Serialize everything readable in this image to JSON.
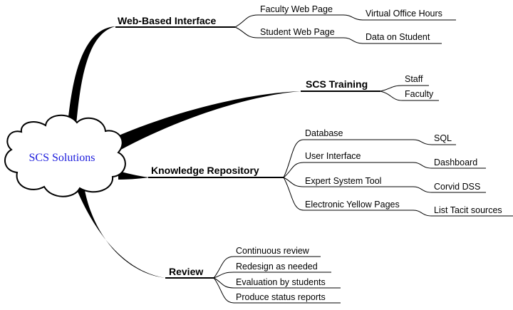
{
  "center": {
    "label": "SCS Solutions"
  },
  "branches": {
    "web": {
      "label": "Web-Based Interface",
      "children": [
        {
          "label": "Faculty Web Page",
          "leaf": "Virtual Office Hours"
        },
        {
          "label": "Student Web Page",
          "leaf": "Data on Student"
        }
      ]
    },
    "training": {
      "label": "SCS Training",
      "children": [
        "Staff",
        "Faculty"
      ]
    },
    "knowledge": {
      "label": "Knowledge Repository",
      "children": [
        {
          "label": "Database",
          "leaf": "SQL"
        },
        {
          "label": "User Interface",
          "leaf": "Dashboard"
        },
        {
          "label": "Expert System Tool",
          "leaf": "Corvid DSS"
        },
        {
          "label": "Electronic Yellow Pages",
          "leaf": "List Tacit sources"
        }
      ]
    },
    "review": {
      "label": "Review",
      "children": [
        "Continuous review",
        "Redesign as needed",
        "Evaluation by students",
        "Produce status reports"
      ]
    }
  }
}
